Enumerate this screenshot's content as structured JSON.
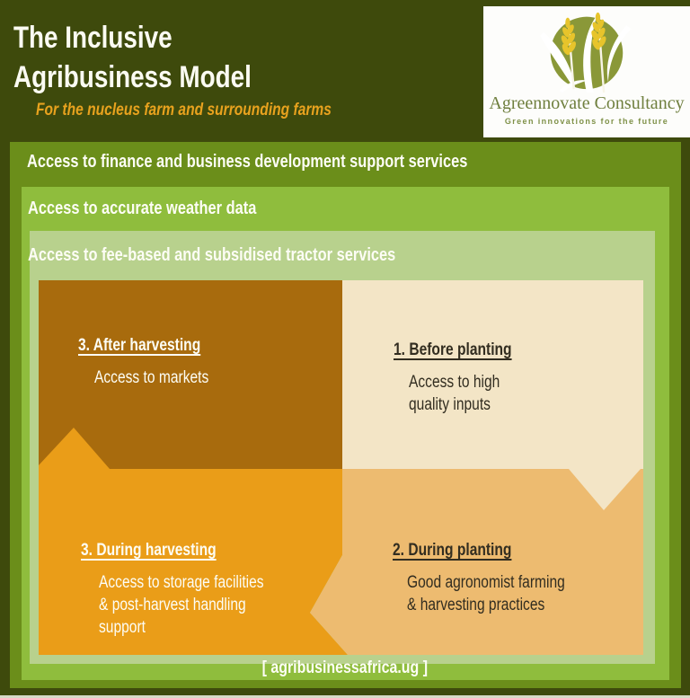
{
  "header": {
    "title_line1": "The Inclusive",
    "title_line2": "Agribusiness Model",
    "subtitle": "For the nucleus farm and surrounding farms"
  },
  "logo": {
    "brand": "Agreennovate Consultancy",
    "tagline": "Green innovations for the future",
    "icon": "wheat-circle-icon",
    "circle_color": "#8a9838",
    "wheat_color": "#e7c42b"
  },
  "access_bands": [
    {
      "label": "Access to finance and business development support services",
      "color": "#6b8e1a"
    },
    {
      "label": "Access to accurate weather data",
      "color": "#8fbd3d"
    },
    {
      "label": "Access to fee-based and subsidised tractor services",
      "color": "#b8d18d"
    }
  ],
  "cycle": {
    "quadrants": [
      {
        "position": "top-left",
        "heading": "3. After harvesting",
        "body": "Access to markets",
        "bg_color": "#a86b0d",
        "text_color": "#fdfdf5"
      },
      {
        "position": "top-right",
        "heading": "1. Before planting",
        "body": "Access to high\nquality inputs",
        "bg_color": "#f3e5c6",
        "text_color": "#322d20"
      },
      {
        "position": "bottom-left",
        "heading": "3. During harvesting",
        "body": "Access to storage facilities\n& post-harvest handling\nsupport",
        "bg_color": "#ea9d18",
        "text_color": "#fdfdf5"
      },
      {
        "position": "bottom-right",
        "heading": "2. During planting",
        "body": "Good agronomist farming\n& harvesting practices",
        "bg_color": "#edbb70",
        "text_color": "#322d20"
      }
    ]
  },
  "footer": {
    "url_label": "[ agribusinessafrica.ug ]"
  },
  "colors": {
    "page_bg": "#3e4a0c",
    "accent_orange": "#e8a21e",
    "band_text": "#fdfdf5"
  }
}
